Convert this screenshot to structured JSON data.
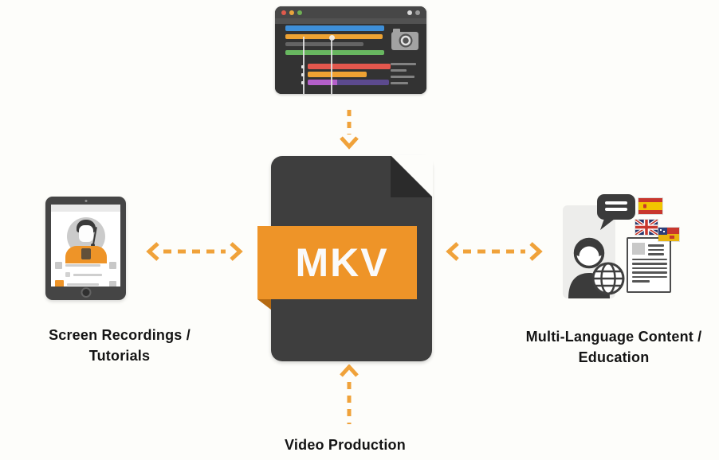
{
  "colors": {
    "background": "#fdfdfa",
    "arrow": "#f0a23a",
    "accent": "#ee9428",
    "file_body": "#3e3e3e",
    "file_fold": "#2b2b2b",
    "banner": "#ee9428",
    "banner_fold": "#b56a12",
    "banner_text": "#fafafa",
    "label_text": "#141414"
  },
  "center_file": {
    "format_label": "MKV"
  },
  "labels": {
    "left": {
      "line1": "Screen Recordings /",
      "line2": "Tutorials"
    },
    "right": {
      "line1": "Multi-Language Content /",
      "line2": "Education"
    },
    "bottom": "Video Production"
  },
  "editor_window": {
    "traffic_light_colors": [
      "#df5a4c",
      "#e9a43c",
      "#6fb054"
    ],
    "right_dot_colors": [
      "#d9d9d9",
      "#9b9b9b"
    ],
    "tracks": [
      {
        "color": "#3e8fd8",
        "width": 124,
        "h": 7
      },
      {
        "color": "#eda233",
        "width": 122,
        "h": 6
      },
      {
        "color": "#646464",
        "width": 98,
        "h": 5
      },
      {
        "color": "#68b760",
        "width": 124,
        "h": 6,
        "gap_after": true
      },
      {
        "color": "#e4574d",
        "width": 104,
        "h": 7,
        "indent": true
      },
      {
        "color": "#efa233",
        "width": 74,
        "h": 7,
        "indent": true
      },
      {
        "color": "#b45fc9",
        "width": 37,
        "h": 7,
        "indent": true,
        "color2": "#5c4a8e",
        "width2": 65
      }
    ],
    "panel_line_widths": [
      32,
      20,
      30,
      22
    ]
  },
  "tablet": {
    "rows": [
      {
        "left": "#c8c8c8",
        "size": 9,
        "line_w": 44,
        "right": "#c8c8c8",
        "indent": 0
      },
      {
        "left": "#d2d2d2",
        "size": 6,
        "line_w": 36,
        "right": null,
        "indent": 13
      },
      {
        "left": "#ee9428",
        "size": 11,
        "line_w": 40,
        "right": "#c8c8c8",
        "indent": 0
      }
    ]
  },
  "document_icon": {
    "side_line_widths": [
      20,
      20,
      20
    ],
    "body_line_widths": [
      44,
      44,
      44,
      44,
      44
    ],
    "footer_line_width": 22
  },
  "icons": {
    "top": "video-editor-window-icon",
    "top_detail": "camera-icon",
    "left": "tablet-presenter-icon",
    "right": [
      "person-silhouette-icon",
      "speech-bubble-icon",
      "spain-flag-icon",
      "uk-flag-icon",
      "mixed-flag-icon",
      "document-icon",
      "globe-icon"
    ]
  }
}
